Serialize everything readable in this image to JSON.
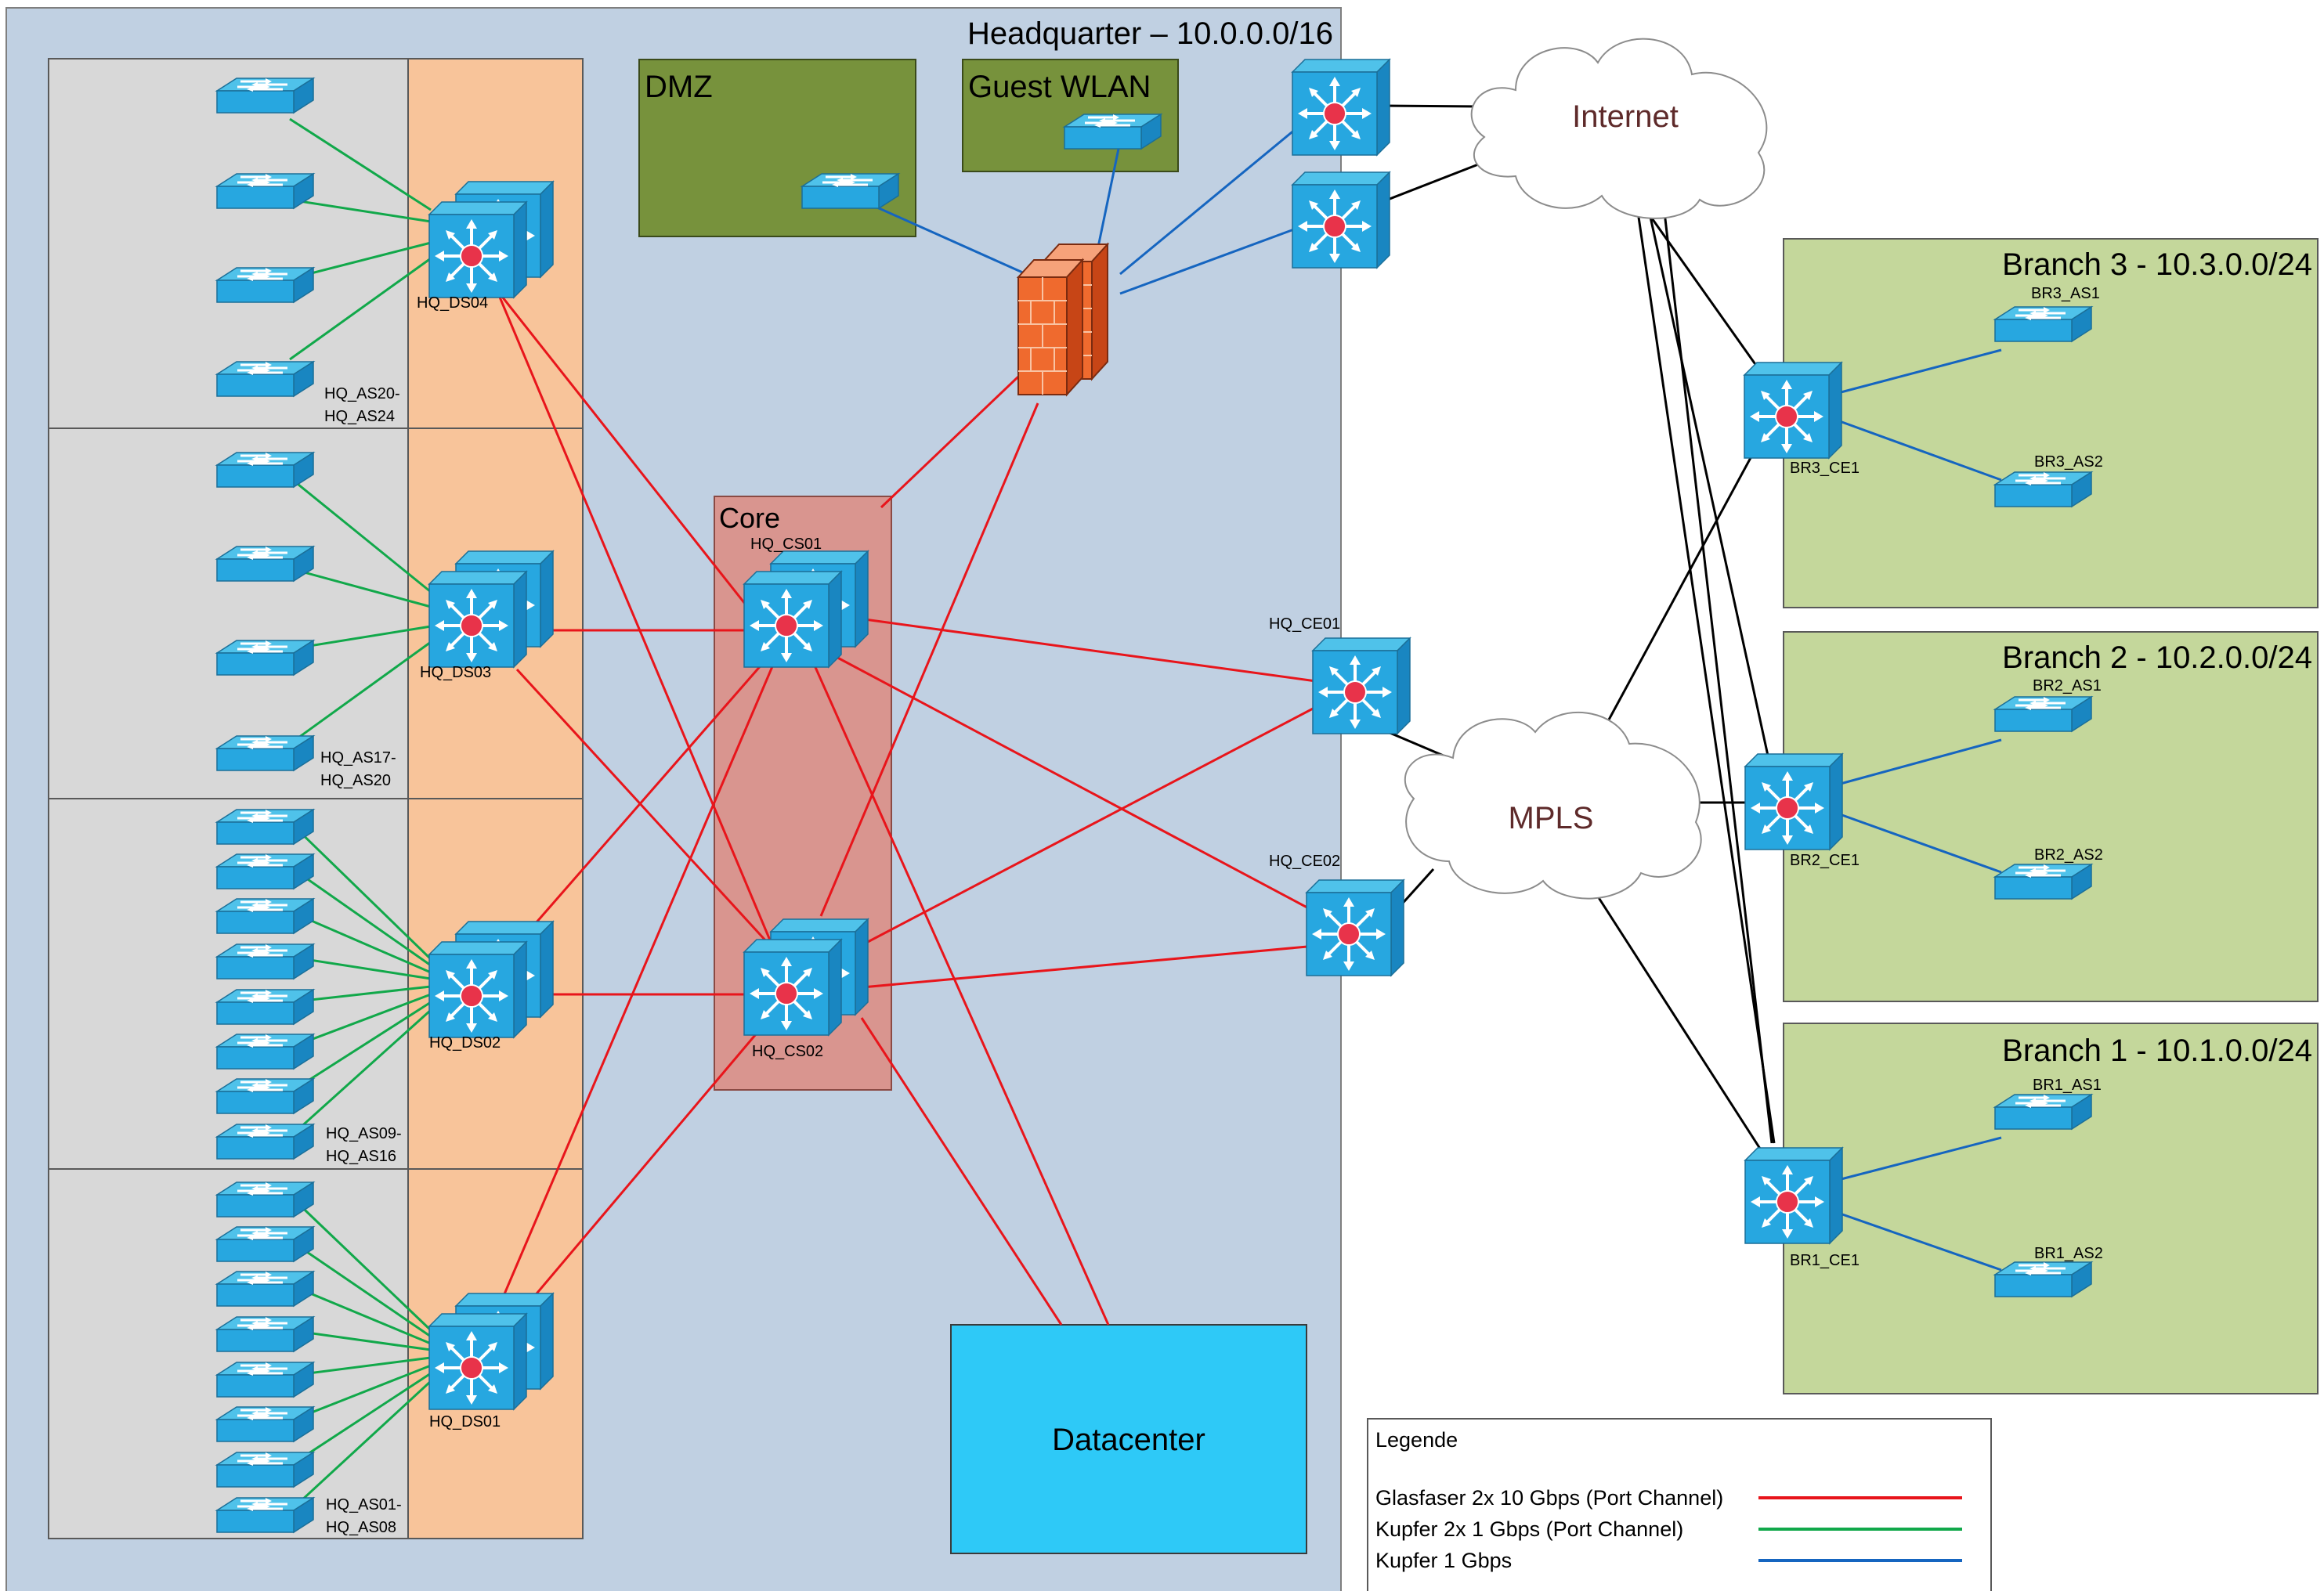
{
  "headquarter": {
    "title": "Headquarter – 10.0.0.0/16"
  },
  "zones": {
    "dmz": "DMZ",
    "guest": "Guest WLAN",
    "core": "Core",
    "datacenter": "Datacenter"
  },
  "clouds": {
    "internet": "Internet",
    "mpls": "MPLS"
  },
  "distribution": {
    "ds04": {
      "name": "HQ_DS04",
      "range": [
        "HQ_AS20-",
        "HQ_AS24"
      ]
    },
    "ds03": {
      "name": "HQ_DS03",
      "range": [
        "HQ_AS17-",
        "HQ_AS20"
      ]
    },
    "ds02": {
      "name": "HQ_DS02",
      "range": [
        "HQ_AS09-",
        "HQ_AS16"
      ]
    },
    "ds01": {
      "name": "HQ_DS01",
      "range": [
        "HQ_AS01-",
        "HQ_AS08"
      ]
    }
  },
  "core_switches": {
    "cs01": "HQ_CS01",
    "cs02": "HQ_CS02"
  },
  "edge_routers": {
    "ce01": "HQ_CE01",
    "ce02": "HQ_CE02"
  },
  "branches": {
    "br3": {
      "title": "Branch 3 - 10.3.0.0/24",
      "ce": "BR3_CE1",
      "as1": "BR3_AS1",
      "as2": "BR3_AS2"
    },
    "br2": {
      "title": "Branch 2 - 10.2.0.0/24",
      "ce": "BR2_CE1",
      "as1": "BR2_AS1",
      "as2": "BR2_AS2"
    },
    "br1": {
      "title": "Branch 1 - 10.1.0.0/24",
      "ce": "BR1_CE1",
      "as1": "BR1_AS1",
      "as2": "BR1_AS2"
    }
  },
  "legend": {
    "title": "Legende",
    "items": [
      {
        "label": "Glasfaser 2x 10 Gbps (Port Channel)",
        "color": "#e8151b"
      },
      {
        "label": "Kupfer 2x 1 Gbps (Port Channel)",
        "color": "#11a84a"
      },
      {
        "label": "Kupfer 1 Gbps",
        "color": "#1565c0"
      }
    ]
  },
  "colors": {
    "fiber": "#e8151b",
    "copper_pc": "#11a84a",
    "copper": "#1565c0",
    "wan": "#000000",
    "hq_bg": "#c0d0e2",
    "access_bg": "#d8d8d8",
    "dist_bg": "#f8c49a",
    "dmz_bg": "#77923c",
    "core_bg": "#d9958f",
    "dc_bg": "#2ec9f7",
    "branch_bg": "#c4d79b"
  }
}
